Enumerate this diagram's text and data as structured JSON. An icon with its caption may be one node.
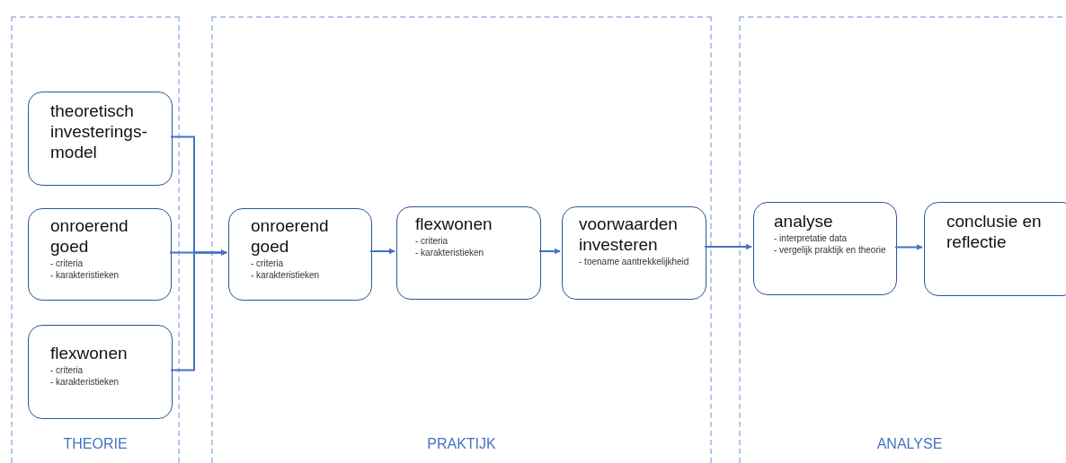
{
  "diagram": {
    "nodes": [
      {
        "text": [
          "THEORIE"
        ]
      },
      {
        "text": [
          "theoretisch investerings- model"
        ],
        "in": 0
      },
      {
        "text": [
          "onroerend goed",
          "- criteria",
          "- karakteristieken"
        ],
        "in": 0
      },
      {
        "text": [
          "flexwonen",
          "- criteria",
          "- karakteristieken"
        ],
        "in": 0
      },
      {
        "text": [
          "PRAKTIJK"
        ]
      },
      {
        "text": [
          "onroerend goed",
          "- criteria",
          "- karakteristieken"
        ],
        "in": 4
      },
      {
        "text": [
          "flexwonen",
          "- criteria",
          "- karakteristieken"
        ],
        "in": 4
      },
      {
        "text": [
          "voorwaarden investeren",
          "- toename aantrekkelijkheid"
        ],
        "in": 4
      },
      {
        "text": [
          "ANALYSE"
        ]
      },
      {
        "text": [
          "analyse",
          "- interpretatie data",
          "- vergelijk praktijk en theorie"
        ],
        "in": 8
      },
      {
        "text": [
          "conclusie en reflectie"
        ],
        "in": 8
      }
    ],
    "edges": [
      {
        "from": 1,
        "to": 5,
        "arrow": "to"
      },
      {
        "from": 2,
        "to": 5,
        "arrow": "to"
      },
      {
        "from": 3,
        "to": 5,
        "arrow": "to"
      },
      {
        "from": 5,
        "to": 6,
        "arrow": "to"
      },
      {
        "from": 6,
        "to": 7,
        "arrow": "to"
      },
      {
        "from": 7,
        "to": 9,
        "arrow": "to"
      },
      {
        "from": 9,
        "to": 10,
        "arrow": "to"
      }
    ]
  }
}
